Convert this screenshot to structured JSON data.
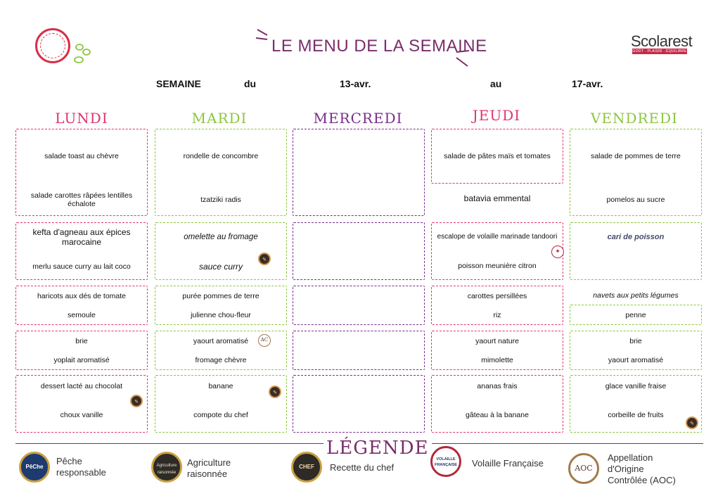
{
  "header": {
    "title": "LE MENU DE LA SEMAINE",
    "brand_name": "Scolarest",
    "brand_tagline": "GOÛT · PLAISIR · ÉQUILIBRE",
    "week_label": "SEMAINE",
    "from_label": "du",
    "from_date": "13-avr.",
    "to_label": "au",
    "to_date": "17-avr."
  },
  "colors": {
    "pink": "#e0356e",
    "green": "#8cc63e",
    "purple": "#7a2d8e",
    "title_purple": "#7a2d6b",
    "red_brand": "#c72a4a"
  },
  "days": [
    {
      "name": "LUNDI",
      "rows": [
        [
          "salade toast au chèvre",
          "salade carottes râpées lentilles échalote"
        ],
        [
          "kefta d'agneau aux épices marocaine",
          "merlu sauce curry au lait coco"
        ],
        [
          "haricots aux dés de tomate",
          "semoule"
        ],
        [
          "brie",
          "yoplait aromatisé"
        ],
        [
          "dessert lacté au chocolat",
          "choux vanille"
        ]
      ]
    },
    {
      "name": "MARDI",
      "rows": [
        [
          "rondelle de concombre",
          "tzatziki radis"
        ],
        [
          "omelette au fromage",
          "sauce curry"
        ],
        [
          "purée pommes de terre",
          "julienne chou-fleur"
        ],
        [
          "yaourt aromatisé",
          "fromage chèvre"
        ],
        [
          "banane",
          "compote du chef"
        ]
      ]
    },
    {
      "name": "MERCREDI",
      "rows": []
    },
    {
      "name": "JEUDI",
      "rows": [
        [
          "salade de pâtes maïs et tomates",
          "batavia emmental"
        ],
        [
          "escalope de volaille marinade tandoori",
          "poisson meunière citron"
        ],
        [
          "carottes persillées",
          "riz"
        ],
        [
          "yaourt nature",
          "mimolette"
        ],
        [
          "ananas frais",
          "gâteau à la banane"
        ]
      ]
    },
    {
      "name": "VENDREDI",
      "rows": [
        [
          "salade de pommes de terre",
          "pomelos au sucre"
        ],
        [
          "cari de poisson",
          ""
        ],
        [
          "navets aux petits légumes",
          "penne"
        ],
        [
          "brie",
          "yaourt aromatisé"
        ],
        [
          "glace vanille fraise",
          "corbeille de fruits"
        ]
      ]
    }
  ],
  "legend": {
    "title": "LÉGENDE",
    "items": [
      {
        "label_line1": "Pêche",
        "label_line2": "responsable",
        "icon": "peche-responsable-icon",
        "icon_text": "PêChe"
      },
      {
        "label_line1": "Agriculture",
        "label_line2": "raisonnée",
        "icon": "agriculture-raisonnee-icon",
        "icon_text": "Agriculture raisonnée"
      },
      {
        "label_line1": "Recette du chef",
        "label_line2": "",
        "icon": "recette-du-chef-icon",
        "icon_text": "CHEF"
      },
      {
        "label_line1": "Volaille Française",
        "label_line2": "",
        "icon": "volaille-francaise-icon",
        "icon_text": "VOLAILLE FRANÇAISE"
      },
      {
        "label_line1": "Appellation",
        "label_line2": "d'Origine",
        "label_line3": "Contrôlée (AOC)",
        "icon": "aoc-icon",
        "icon_text": "AOC"
      }
    ]
  }
}
